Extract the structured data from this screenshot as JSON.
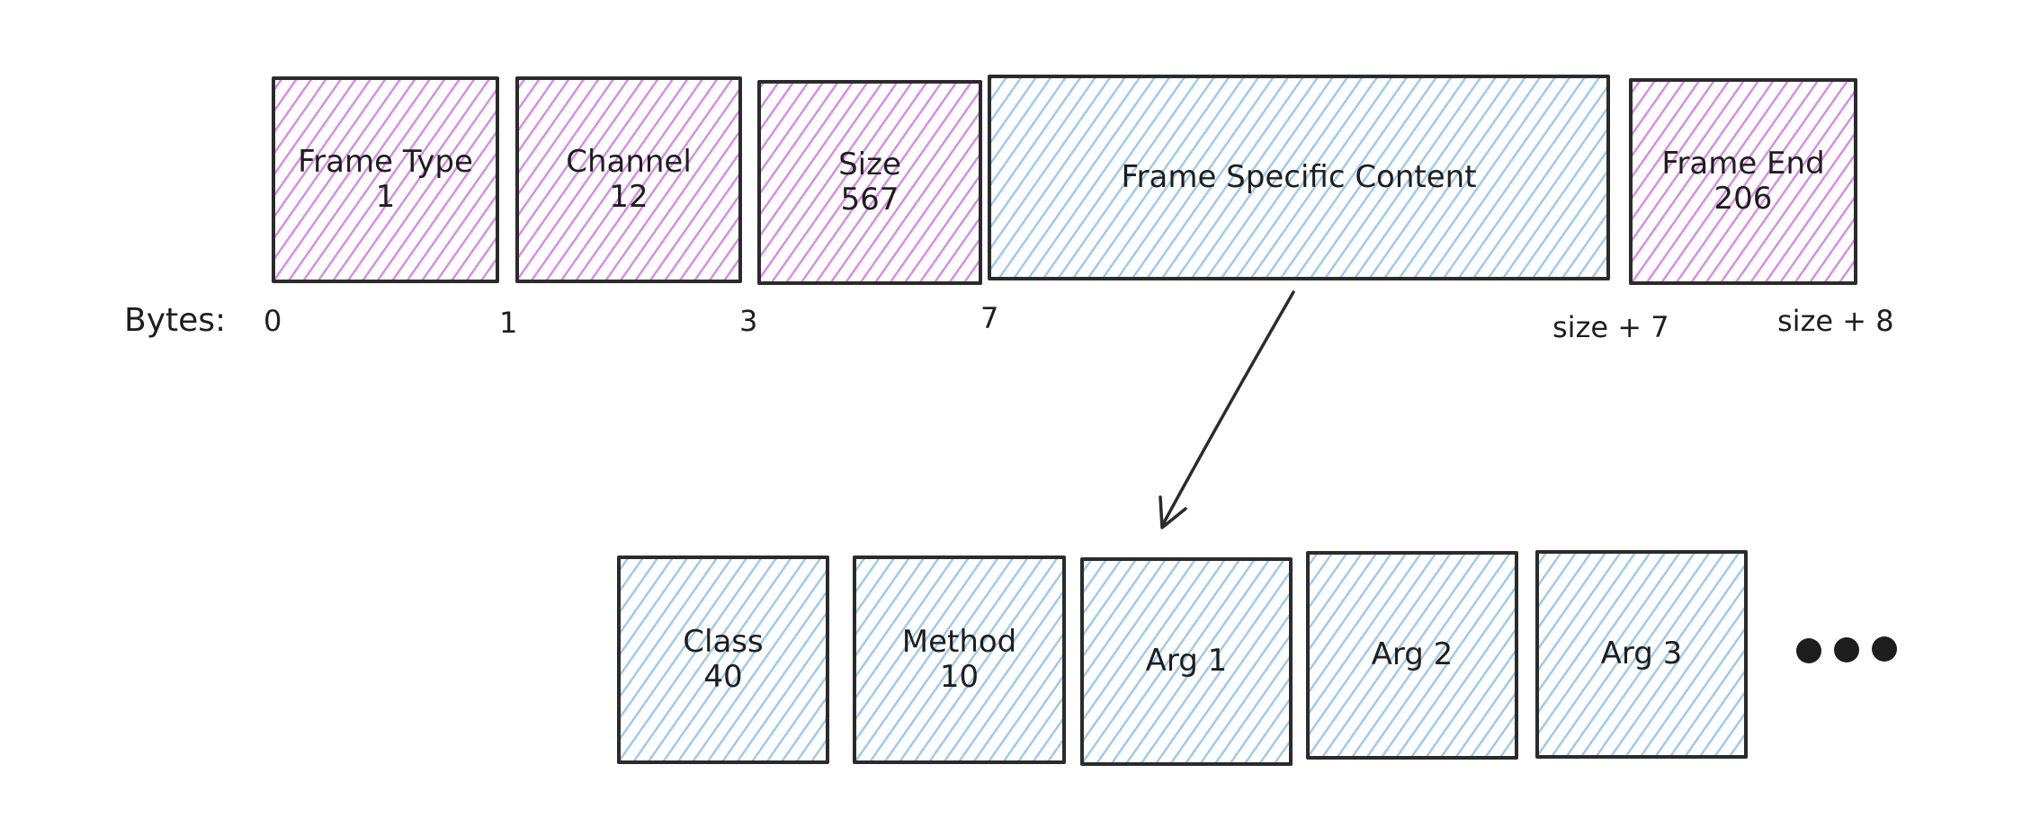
{
  "frame": {
    "fields": [
      {
        "label": "Frame Type",
        "value": "1",
        "color": "pink"
      },
      {
        "label": "Channel",
        "value": "12",
        "color": "pink"
      },
      {
        "label": "Size",
        "value": "567",
        "color": "pink"
      },
      {
        "label": "Frame Specific Content",
        "value": "",
        "color": "blue"
      },
      {
        "label": "Frame End",
        "value": "206",
        "color": "pink"
      }
    ]
  },
  "bytes": {
    "title": "Bytes:",
    "offsets": [
      "0",
      "1",
      "3",
      "7",
      "size + 7",
      "size + 8"
    ]
  },
  "content": {
    "fields": [
      {
        "label": "Class",
        "value": "40"
      },
      {
        "label": "Method",
        "value": "10"
      },
      {
        "label": "Arg 1",
        "value": ""
      },
      {
        "label": "Arg 2",
        "value": ""
      },
      {
        "label": "Arg 3",
        "value": ""
      }
    ],
    "more_indicator": "ellipsis-dots"
  },
  "colors": {
    "pink_hatch": "#d98ee8",
    "blue_hatch": "#9fcbec",
    "stroke": "#2b2b2b"
  }
}
